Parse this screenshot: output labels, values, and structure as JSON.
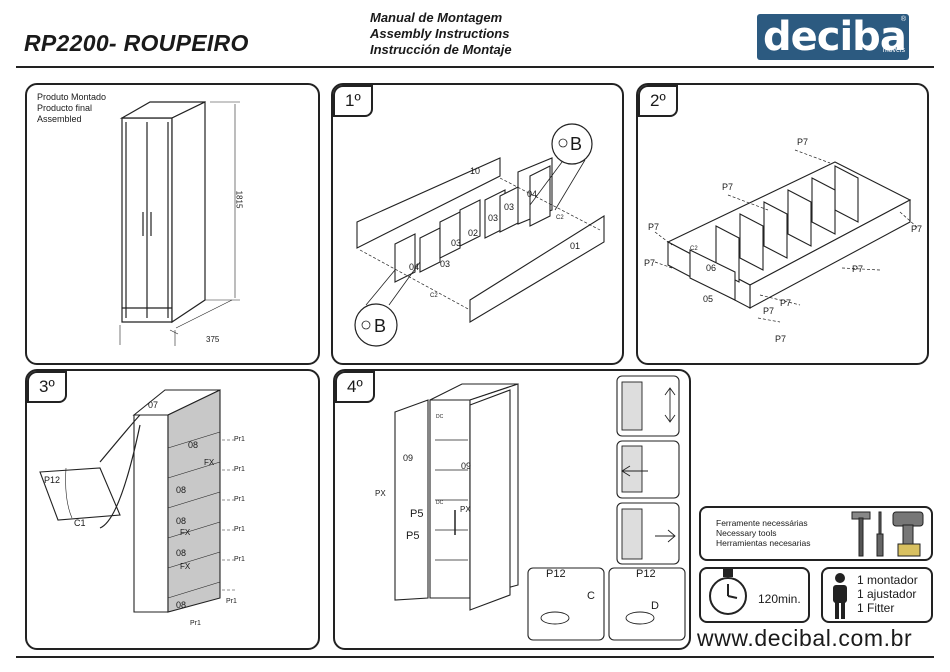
{
  "header": {
    "title": "RP2200- ROUPEIRO",
    "manual_lines": [
      "Manual de Montagem",
      "Assembly Instructions",
      "Instrucción de Montaje"
    ],
    "logo_text": "decibal",
    "logo_sub": "móveis",
    "logo_reg": "®"
  },
  "assembled": {
    "lines": [
      "Produto Montado",
      "Producto final",
      "Assembled"
    ],
    "height": "1815",
    "depth": "375"
  },
  "steps": {
    "s1": "1º",
    "s2": "2º",
    "s3": "3º",
    "s4": "4º"
  },
  "step1": {
    "hardware": "B",
    "parts": [
      "10",
      "04",
      "03",
      "02",
      "03",
      "03",
      "01",
      "04",
      "03"
    ],
    "clip": "C2"
  },
  "step2": {
    "screw": "P7",
    "parts": [
      "06",
      "05"
    ],
    "clip": "C2"
  },
  "step3": {
    "screw": "P12",
    "clip": "C1",
    "part_top": "07",
    "part_shelf": "08",
    "fix": "FX",
    "pin": "Pr1"
  },
  "step4": {
    "door": "09",
    "px": "PX",
    "p5": "P5",
    "hinge_screw": "P12",
    "hinge_c": "C",
    "hinge_d": "D",
    "dc": "DC"
  },
  "tools": {
    "lines": [
      "Ferramente necessárias",
      "Necessary tools",
      "Herramientas necesarias"
    ]
  },
  "time": {
    "label": "120min."
  },
  "fitter": {
    "lines": [
      "1 montador",
      "1 ajustador",
      "1 Fitter"
    ]
  },
  "footer": {
    "url": "www.decibal.com.br"
  },
  "colors": {
    "logo_blue": "#2c5a80",
    "line": "#222222",
    "shade": "#c8c8c8"
  }
}
